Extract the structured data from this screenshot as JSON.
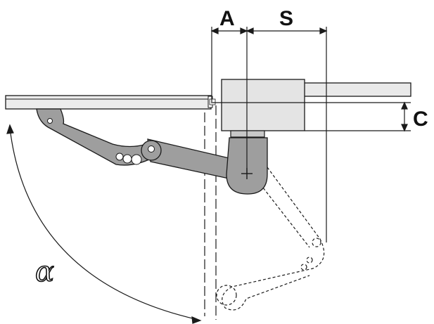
{
  "diagram": {
    "labels": {
      "a": "A",
      "s": "S",
      "c": "C",
      "angle": "α"
    },
    "colors": {
      "line": "#1a1a1a",
      "arm_fill": "#9e9e9e",
      "box_fill": "#e4e4e4",
      "rail_fill": "#e9e9e9",
      "base_fill": "#c8c8c8"
    }
  }
}
